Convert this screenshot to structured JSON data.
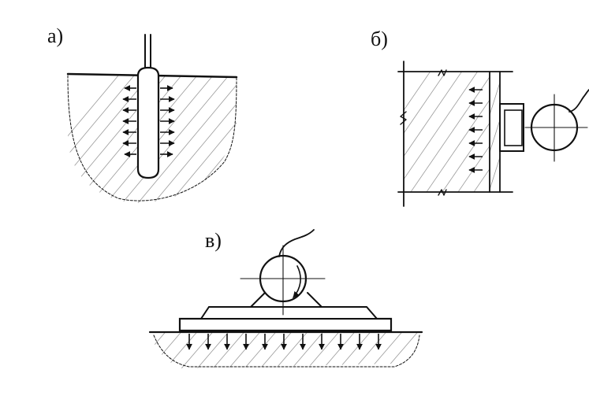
{
  "panels": [
    {
      "id": "a",
      "label": "а)",
      "content": "internal-vibrator-in-concrete"
    },
    {
      "id": "b",
      "label": "б)",
      "content": "form-attached-vibrator"
    },
    {
      "id": "v",
      "label": "в)",
      "content": "surface-vibrator-on-platform"
    }
  ],
  "colors": {
    "ink": "#111111",
    "hatch": "#9a9a9a",
    "background": "#ffffff"
  }
}
